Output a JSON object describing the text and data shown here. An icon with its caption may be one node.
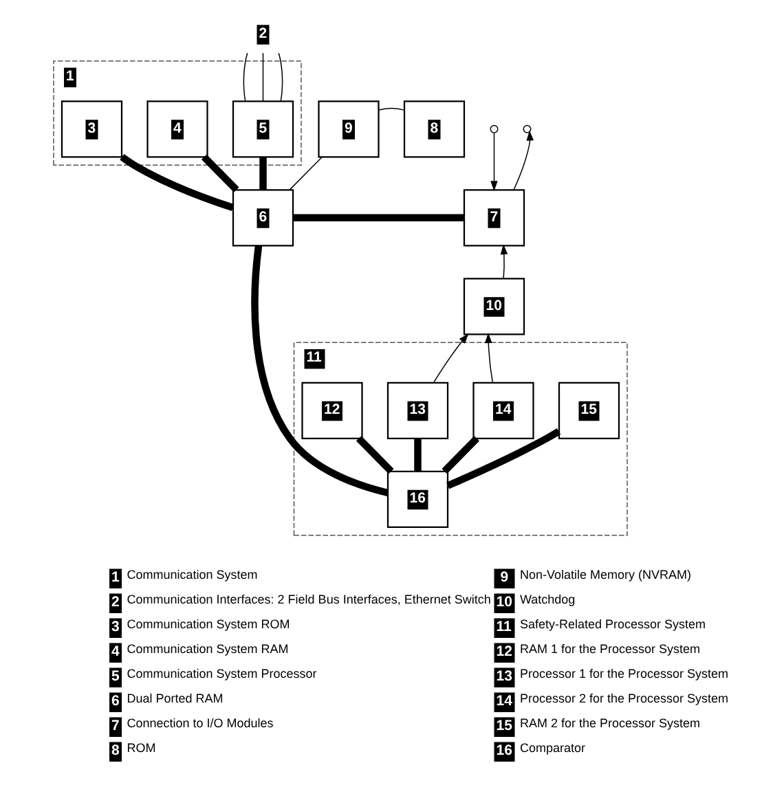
{
  "diagram": {
    "nodes": [
      {
        "text": [
          "1"
        ]
      },
      {
        "text": [
          "2"
        ]
      },
      {
        "text": [
          "3"
        ],
        "in": 0
      },
      {
        "text": [
          "4"
        ],
        "in": 0
      },
      {
        "text": [
          "5"
        ],
        "in": 0
      },
      {
        "text": [
          "6"
        ]
      },
      {
        "text": [],
        "shape": "circle"
      },
      {
        "text": [],
        "shape": "circle"
      },
      {
        "text": [
          "7"
        ]
      },
      {
        "text": [
          "8"
        ]
      },
      {
        "text": [
          "9"
        ]
      },
      {
        "text": [
          "10"
        ]
      },
      {
        "text": [
          "11"
        ]
      },
      {
        "text": [
          "12"
        ],
        "in": 12
      },
      {
        "text": [
          "13"
        ],
        "in": 12
      },
      {
        "text": [
          "14"
        ],
        "in": 12
      },
      {
        "text": [
          "15"
        ],
        "in": 12
      },
      {
        "text": [
          "16"
        ],
        "in": 12
      }
    ],
    "edges": [
      {
        "from": 1,
        "to": 4,
        "arrow": "none"
      },
      {
        "from": 1,
        "to": 4,
        "arrow": "none"
      },
      {
        "from": 1,
        "to": 4,
        "arrow": "none"
      },
      {
        "from": 2,
        "to": 5,
        "arrow": "none",
        "style": "thick"
      },
      {
        "from": 3,
        "to": 5,
        "arrow": "none",
        "style": "thick"
      },
      {
        "from": 4,
        "to": 5,
        "arrow": "none",
        "style": "thick"
      },
      {
        "from": 5,
        "to": 8,
        "arrow": "none",
        "style": "thick"
      },
      {
        "from": 5,
        "to": 17,
        "arrow": "none",
        "style": "thick"
      },
      {
        "from": 6,
        "to": 8,
        "arrow": "to"
      },
      {
        "from": 8,
        "to": 7,
        "arrow": "to"
      },
      {
        "from": 9,
        "to": 10,
        "arrow": "none"
      },
      {
        "from": 10,
        "to": 5,
        "arrow": "none"
      },
      {
        "from": 11,
        "to": 8,
        "arrow": "to"
      },
      {
        "from": 14,
        "to": 11,
        "arrow": "to"
      },
      {
        "from": 15,
        "to": 11,
        "arrow": "to"
      },
      {
        "from": 13,
        "to": 17,
        "arrow": "none",
        "style": "thick"
      },
      {
        "from": 14,
        "to": 17,
        "arrow": "none",
        "style": "thick"
      },
      {
        "from": 15,
        "to": 17,
        "arrow": "none",
        "style": "thick"
      },
      {
        "from": 16,
        "to": 17,
        "arrow": "none",
        "style": "thick"
      }
    ],
    "labels": [
      "1",
      "Communication System",
      "2",
      "Communication Interfaces: 2 Field Bus Interfaces, Ethernet Switch",
      "3",
      "Communication System ROM",
      "4",
      "Communication System RAM",
      "5",
      "Communication System Processor",
      "6",
      "Dual Ported RAM",
      "7",
      "Connection to I/O Modules",
      "8",
      "ROM",
      "9",
      "Non-Volatile Memory (NVRAM)",
      "10",
      "Watchdog",
      "11",
      "Safety-Related Processor System",
      "12",
      "RAM 1 for the Processor System",
      "13",
      "Processor 1 for the Processor System",
      "14",
      "Processor 2 for the Processor System",
      "15",
      "RAM 2 for the Processor System",
      "16",
      "Comparator"
    ]
  }
}
